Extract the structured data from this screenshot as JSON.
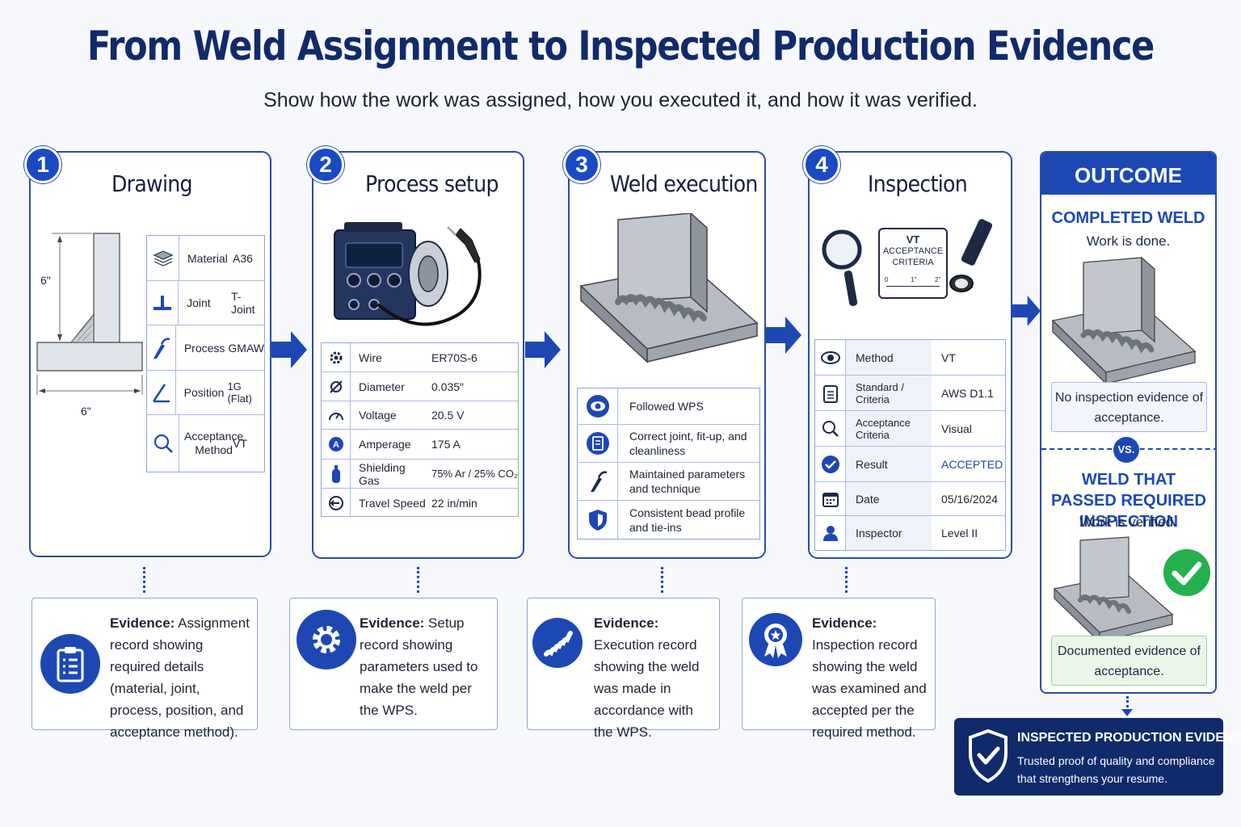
{
  "header": {
    "title": "From Weld Assignment to Inspected Production Evidence",
    "subtitle": "Show how the work was assigned, how you executed it, and how it was verified."
  },
  "steps": [
    {
      "number": "1",
      "title": "Drawing",
      "dimensions": {
        "height": "6\"",
        "width": "6\""
      },
      "rows": [
        {
          "icon": "material-layers-icon",
          "label": "Material",
          "value": "A36"
        },
        {
          "icon": "t-joint-icon",
          "label": "Joint",
          "value": "T-Joint"
        },
        {
          "icon": "welding-torch-icon",
          "label": "Process",
          "value": "GMAW"
        },
        {
          "icon": "position-angle-icon",
          "label": "Position",
          "value": "1G (Flat)"
        },
        {
          "icon": "magnifier-icon",
          "label": "Acceptance Method",
          "value": "VT"
        }
      ]
    },
    {
      "number": "2",
      "title": "Process setup",
      "rows": [
        {
          "icon": "gear-icon",
          "label": "Wire",
          "value": "ER70S-6"
        },
        {
          "icon": "diameter-icon",
          "label": "Diameter",
          "value": "0.035\""
        },
        {
          "icon": "gauge-icon",
          "label": "Voltage",
          "value": "20.5 V"
        },
        {
          "icon": "amperage-icon",
          "label": "Amperage",
          "value": "175 A"
        },
        {
          "icon": "gas-cylinder-icon",
          "label": "Shielding Gas",
          "value": "75% Ar / 25% CO₂"
        },
        {
          "icon": "travel-speed-icon",
          "label": "Travel Speed",
          "value": "22 in/min"
        }
      ]
    },
    {
      "number": "3",
      "title": "Weld execution",
      "rows": [
        {
          "icon": "eye-icon",
          "text": "Followed WPS"
        },
        {
          "icon": "checklist-icon",
          "text": "Correct joint, fit-up, and cleanliness"
        },
        {
          "icon": "welding-torch-icon",
          "text": "Maintained parameters and technique"
        },
        {
          "icon": "shield-icon",
          "text": "Consistent bead profile and tie-ins"
        }
      ]
    },
    {
      "number": "4",
      "title": "Inspection",
      "criteria_card": {
        "line1": "VT",
        "line2": "ACCEPTANCE",
        "line3": "CRITERIA",
        "ruler": [
          "0",
          "1\"",
          "2\""
        ]
      },
      "rows": [
        {
          "icon": "eye-icon",
          "label": "Method",
          "value": "VT"
        },
        {
          "icon": "clipboard-icon",
          "label": "Standard / Criteria",
          "value": "AWS D1.1"
        },
        {
          "icon": "magnifier-icon",
          "label": "Acceptance Criteria",
          "value": "Visual"
        },
        {
          "icon": "check-circle-icon",
          "label": "Result",
          "value": "ACCEPTED"
        },
        {
          "icon": "calendar-icon",
          "label": "Date",
          "value": "05/16/2024"
        },
        {
          "icon": "person-icon",
          "label": "Inspector",
          "value": "Level II"
        }
      ]
    }
  ],
  "evidence": [
    {
      "icon": "clipboard-icon",
      "label": "Evidence:",
      "text": "Assignment record showing required details (material, joint, process, position, and acceptance method)."
    },
    {
      "icon": "gear-icon",
      "label": "Evidence:",
      "text": "Setup record showing parameters used to make the weld per the WPS."
    },
    {
      "icon": "weld-bead-icon",
      "label": "Evidence:",
      "text": "Execution record showing the weld was made in accordance with the WPS."
    },
    {
      "icon": "award-ribbon-icon",
      "label": "Evidence:",
      "text": "Inspection record showing the weld was examined and accepted per the required method."
    }
  ],
  "outcome": {
    "heading": "OUTCOME",
    "completed_title": "COMPLETED WELD",
    "completed_sub": "Work is done.",
    "completed_note": "No inspection evidence of acceptance.",
    "vs": "VS.",
    "passed_title": "WELD THAT PASSED REQUIRED INSPECTION",
    "passed_sub": "Work is verified.",
    "passed_note": "Documented evidence of acceptance."
  },
  "final": {
    "title": "INSPECTED PRODUCTION EVIDENCE",
    "text": "Trusted proof of quality and compliance that strengthens your resume."
  },
  "colors": {
    "primary": "#1d48b4",
    "navy": "#102a6b",
    "accepted_green": "#22b14c",
    "card_border": "#2c4ca6"
  }
}
